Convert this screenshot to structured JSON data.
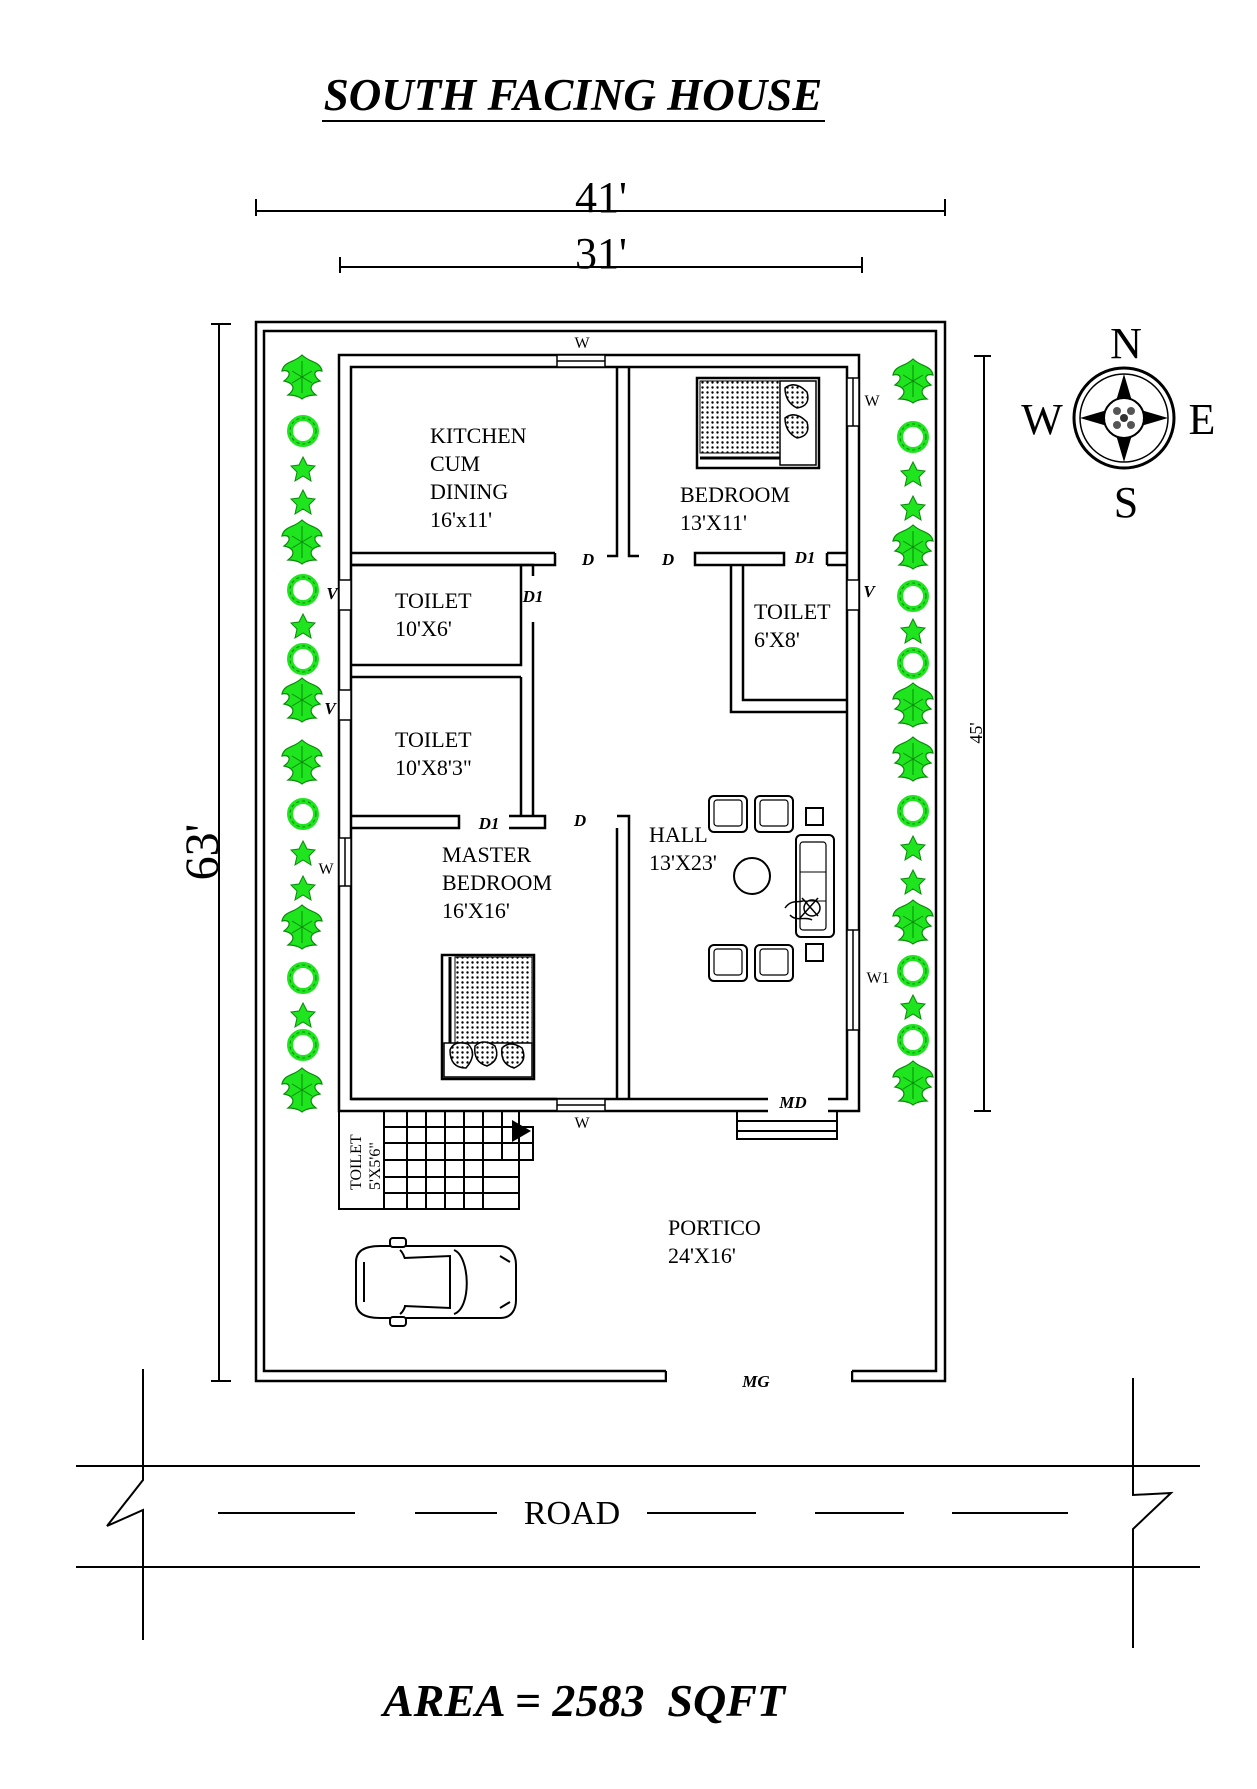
{
  "title": "SOUTH FACING HOUSE",
  "dimensions": {
    "plot_width": "41'",
    "building_width": "31'",
    "plot_length": "63'",
    "building_length": "45'"
  },
  "compass": {
    "north": "N",
    "south": "S",
    "east": "E",
    "west": "W"
  },
  "rooms": {
    "kitchen": {
      "line1": "KITCHEN",
      "line2": "CUM",
      "line3": "DINING",
      "size": "16'x11'"
    },
    "bedroom": {
      "name": "BEDROOM",
      "size": "13'X11'"
    },
    "toilet1": {
      "name": "TOILET",
      "size": "10'X6'"
    },
    "toilet2": {
      "name": "TOILET",
      "size": "10'X8'3\""
    },
    "toilet3": {
      "name": "TOILET",
      "size": "6'X8'"
    },
    "master": {
      "line1": "MASTER",
      "line2": "BEDROOM",
      "size": "16'X16'"
    },
    "hall": {
      "name": "HALL",
      "size": "13'X23'"
    },
    "toilet4": {
      "name": "TOILET",
      "size": "5'X5'6\""
    },
    "portico": {
      "name": "PORTICO",
      "size": "24'X16'"
    }
  },
  "openings": {
    "door": "D",
    "door_d1": "D1",
    "main_door": "MD",
    "main_gate": "MG",
    "window": "W",
    "window_w1": "W1",
    "ventilator": "V"
  },
  "road": "ROAD",
  "area": "AREA = 2583  SQFT",
  "colors": {
    "plants": "#1ee51e",
    "lines": "#000000"
  }
}
